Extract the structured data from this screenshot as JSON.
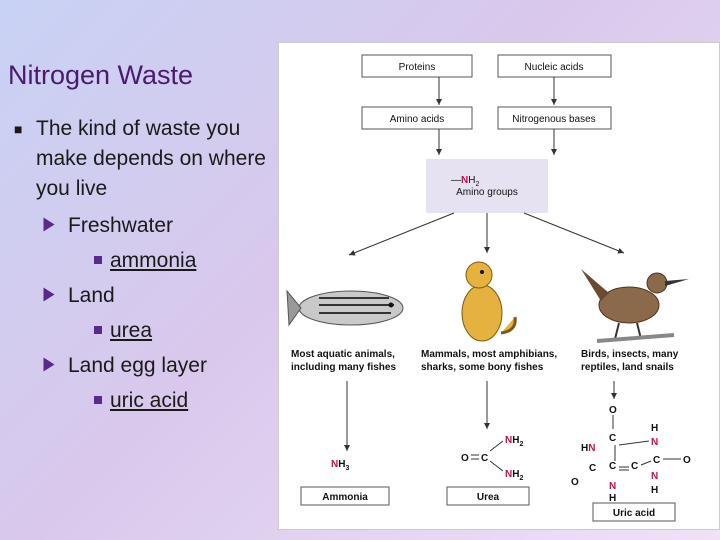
{
  "slide": {
    "title": "Nitrogen Waste",
    "bullet": "The kind of waste you make depends on where you live",
    "subbullets": [
      {
        "label": "Freshwater",
        "detail": "ammonia"
      },
      {
        "label": "Land",
        "detail": "urea"
      },
      {
        "label": "Land egg layer",
        "detail": "uric acid"
      }
    ]
  },
  "figure": {
    "boxes": {
      "proteins": "Proteins",
      "nucleic_acids": "Nucleic acids",
      "amino_acids": "Amino acids",
      "nitrogenous_bases": "Nitrogenous bases",
      "amino_groups_formula_n": "N",
      "amino_groups_formula_h": "H",
      "amino_groups_formula_sub": "2",
      "amino_groups": "Amino groups",
      "ammonia": "Ammonia",
      "urea": "Urea",
      "uric_acid": "Uric acid"
    },
    "captions": {
      "aquatic_1": "Most aquatic animals,",
      "aquatic_2": "including many fishes",
      "mammals_1": "Mammals, most amphibians,",
      "mammals_2": "sharks, some bony fishes",
      "birds_1": "Birds, insects, many",
      "birds_2": "reptiles, land snails"
    },
    "colors": {
      "highlight_box": "#e6e2f2",
      "accent_nitrogen": "#c0134a"
    }
  }
}
